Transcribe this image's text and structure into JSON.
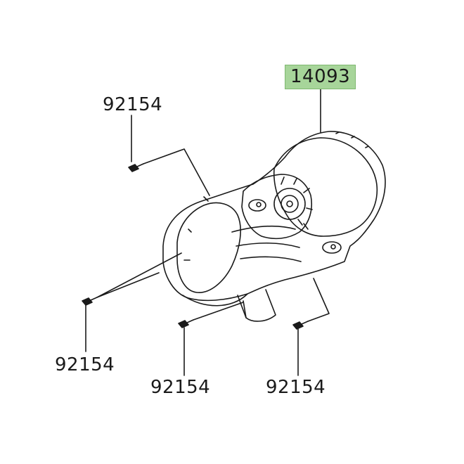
{
  "diagram": {
    "highlight_color": "#a7d59a",
    "line_color": "#1a1a1a",
    "labels": {
      "main_part": "14093",
      "screw_top_left": "92154",
      "screw_bottom_left": "92154",
      "screw_bottom_center": "92154",
      "screw_bottom_right": "92154"
    }
  }
}
